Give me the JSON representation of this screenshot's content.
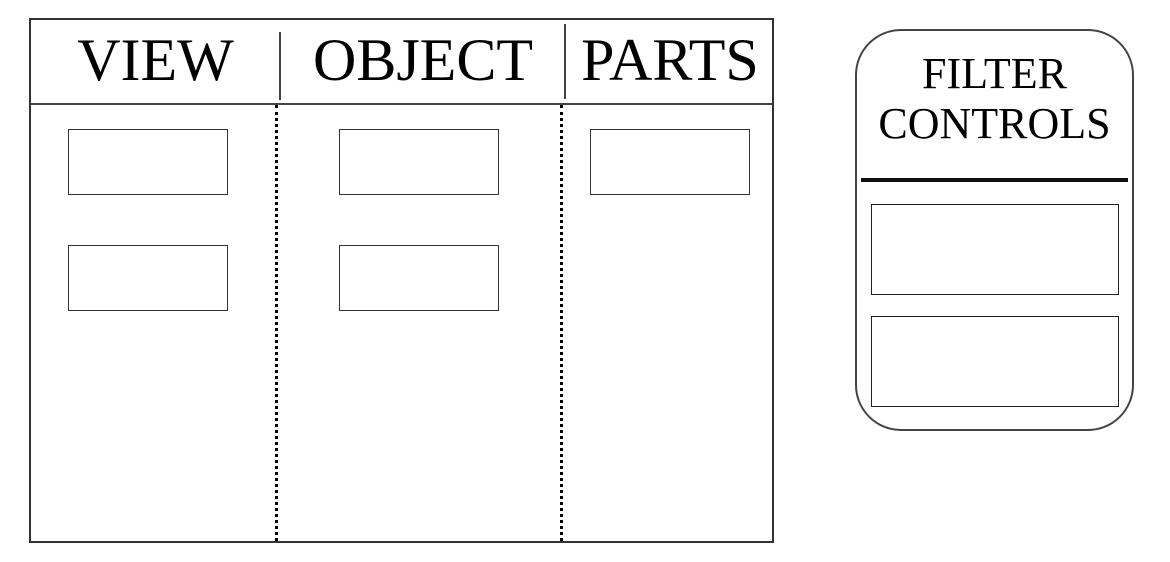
{
  "main_panel": {
    "columns": [
      {
        "label": "VIEW"
      },
      {
        "label": "OBJECT"
      },
      {
        "label": "PARTS"
      }
    ]
  },
  "filter_panel": {
    "title": "FILTER\nCONTROLS"
  }
}
